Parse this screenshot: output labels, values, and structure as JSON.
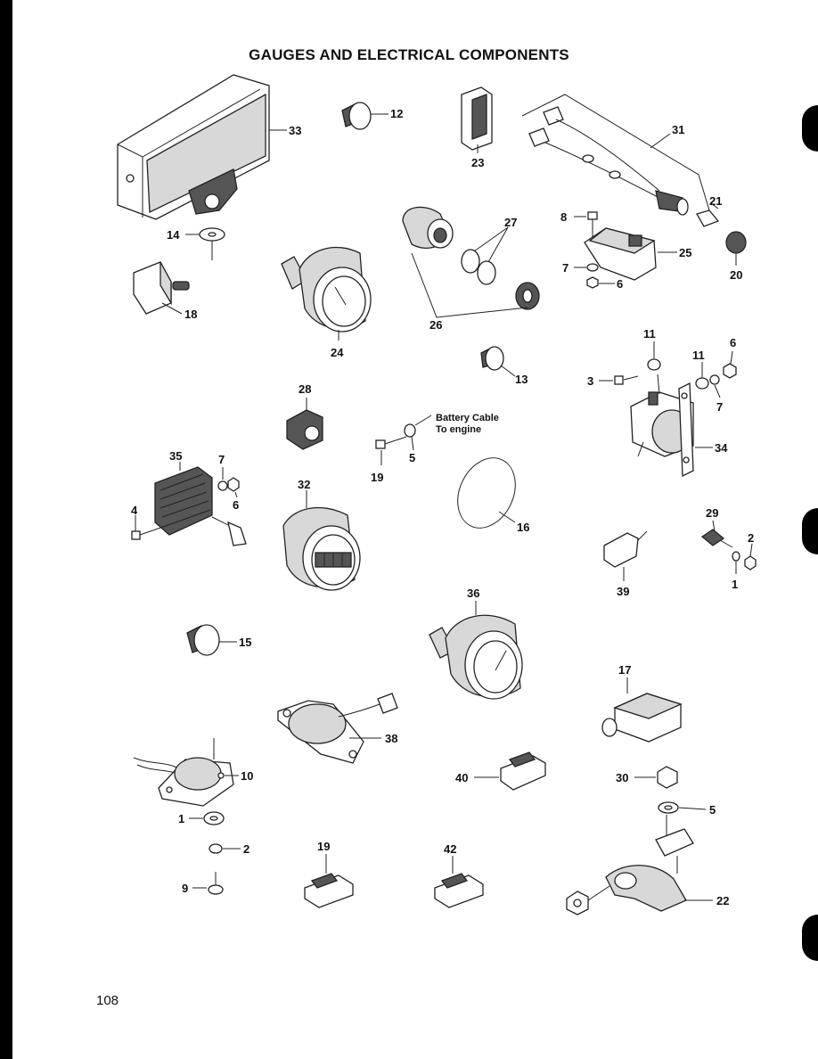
{
  "page": {
    "title": "GAUGES AND ELECTRICAL COMPONENTS",
    "number": "108"
  },
  "callouts": {
    "c1a": "1",
    "c1b": "1",
    "c2a": "2",
    "c2b": "2",
    "c3": "3",
    "c4": "4",
    "c5a": "5",
    "c5b": "5",
    "c6a": "6",
    "c6b": "6",
    "c6c": "6",
    "c7a": "7",
    "c7b": "7",
    "c7c": "7",
    "c8": "8",
    "c9": "9",
    "c10": "10",
    "c11a": "11",
    "c11b": "11",
    "c12": "12",
    "c13": "13",
    "c14": "14",
    "c15": "15",
    "c16": "16",
    "c17": "17",
    "c18": "18",
    "c19a": "19",
    "c19b": "19",
    "c20": "20",
    "c21": "21",
    "c22": "22",
    "c23": "23",
    "c24": "24",
    "c25": "25",
    "c26": "26",
    "c27": "27",
    "c28": "28",
    "c29": "29",
    "c30": "30",
    "c31": "31",
    "c32": "32",
    "c33": "33",
    "c34": "34",
    "c35": "35",
    "c36": "36",
    "c38": "38",
    "c39": "39",
    "c40": "40",
    "c42": "42"
  },
  "notes": {
    "battery_line1": "Battery Cable",
    "battery_line2": "To engine"
  }
}
